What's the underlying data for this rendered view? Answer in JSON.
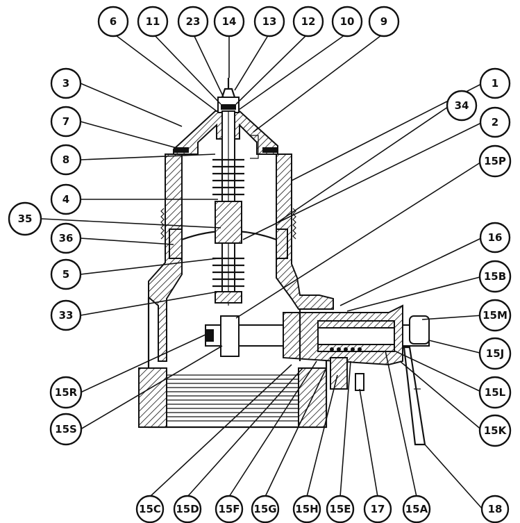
{
  "callouts": {
    "c6": "6",
    "c11": "11",
    "c23": "23",
    "c14": "14",
    "c13": "13",
    "c12": "12",
    "c10": "10",
    "c9": "9",
    "c3": "3",
    "c7": "7",
    "c8": "8",
    "c4": "4",
    "c35": "35",
    "c36": "36",
    "c5": "5",
    "c33": "33",
    "c15R": "15R",
    "c15S": "15S",
    "c1": "1",
    "c34": "34",
    "c2": "2",
    "c15P": "15P",
    "c16": "16",
    "c15B": "15B",
    "c15M": "15M",
    "c15J": "15J",
    "c15L": "15L",
    "c15K": "15K",
    "c18": "18",
    "c15C": "15C",
    "c15D": "15D",
    "c15F": "15F",
    "c15G": "15G",
    "c15H": "15H",
    "c15E": "15E",
    "c17": "17",
    "c15A": "15A"
  }
}
